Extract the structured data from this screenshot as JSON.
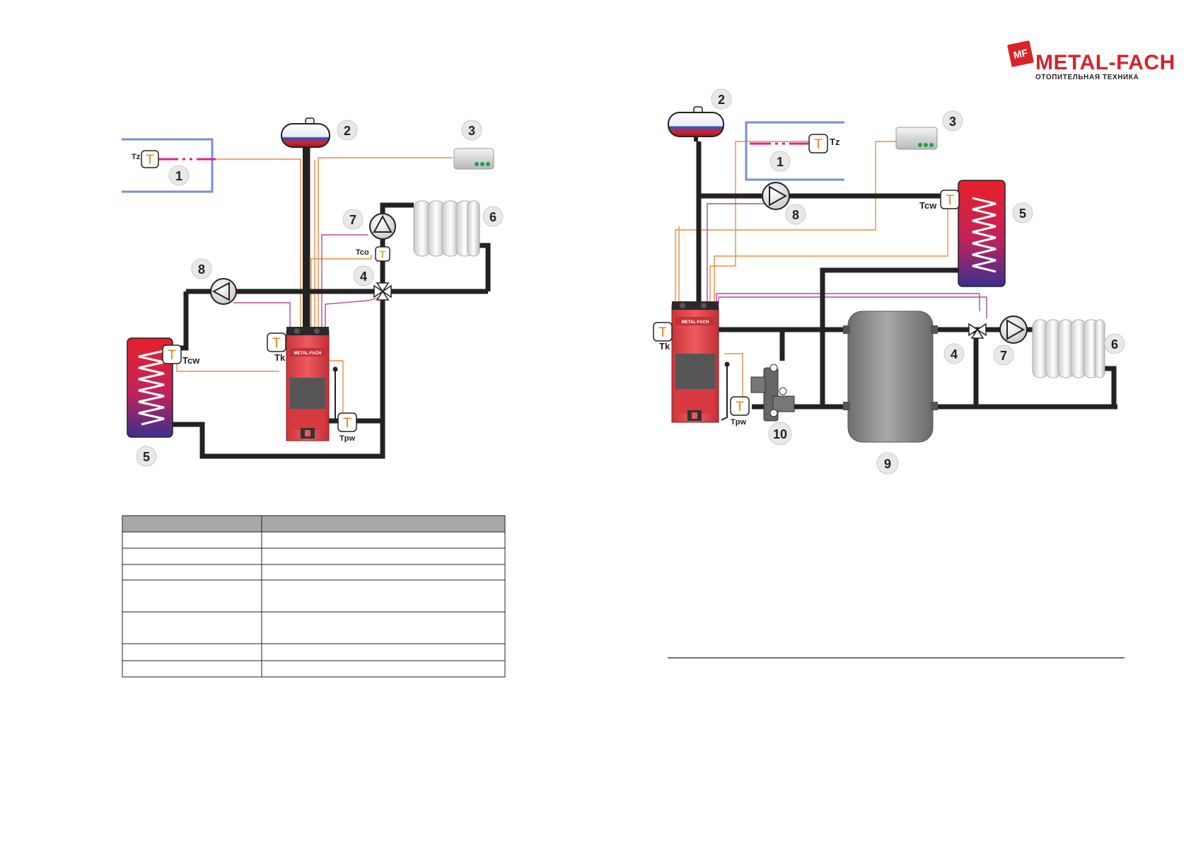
{
  "brand": {
    "logo_mark": "MF",
    "name": "METAL-FACH",
    "tagline": "ОТОПИТЕЛЬНАЯ ТЕХНИКА",
    "color_primary": "#d8232a"
  },
  "colors": {
    "pipe": "#222222",
    "signal_orange": "#f08c3c",
    "signal_purple": "#b04aa6",
    "room_outline": "#7b8fd0",
    "sensor_dash": "#e0218a",
    "boiler_red": "#e5474d"
  },
  "left_diagram": {
    "component_labels": [
      "1",
      "2",
      "3",
      "4",
      "5",
      "6",
      "7",
      "8"
    ],
    "sensors": {
      "tz": "Tz",
      "tco": "Tco",
      "tcw": "Tcw",
      "tk": "Tk",
      "tpw": "Tpw"
    },
    "sensor_symbol": "T",
    "boiler_badge": "METAL-FACH"
  },
  "right_diagram": {
    "component_labels": [
      "1",
      "2",
      "3",
      "4",
      "5",
      "6",
      "7",
      "8",
      "9",
      "10"
    ],
    "sensors": {
      "tz": "Tz",
      "tcw": "Tcw",
      "tk": "Tk",
      "tpw": "Tpw"
    },
    "sensor_symbol": "T",
    "boiler_badge": "METAL-FACH"
  },
  "legend_table": {
    "rows": 8,
    "columns": 2,
    "cells": [
      [
        "",
        ""
      ],
      [
        "",
        ""
      ],
      [
        "",
        ""
      ],
      [
        "",
        ""
      ],
      [
        "",
        ""
      ],
      [
        "",
        ""
      ],
      [
        "",
        ""
      ],
      [
        "",
        ""
      ]
    ]
  }
}
